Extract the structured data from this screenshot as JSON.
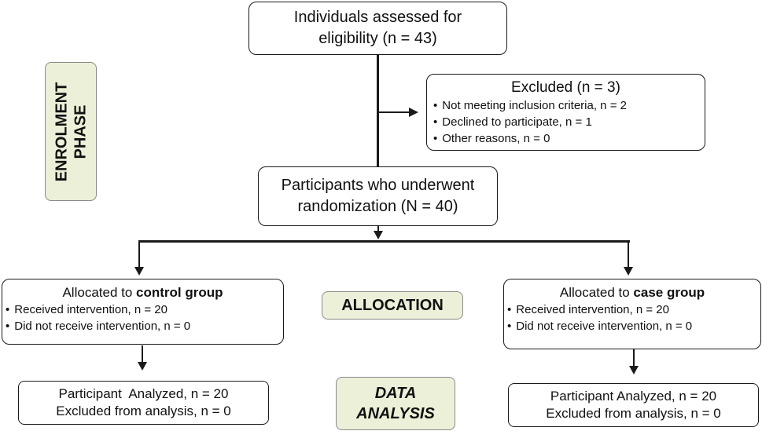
{
  "colors": {
    "phase_fill": "#ecf0d8",
    "line": "#1a1a1a",
    "box_border": "#1a1a1a"
  },
  "eligibility": {
    "line1": "Individuals assessed for",
    "line2": "eligibility (n = 43)"
  },
  "excluded": {
    "title": "Excluded (n = 3)",
    "items": [
      "Not meeting inclusion criteria, n = 2",
      "Declined to participate, n = 1",
      "Other reasons, n = 0"
    ]
  },
  "randomization": {
    "line1": "Participants who underwent",
    "line2": "randomization (N = 40)"
  },
  "enrolment_phase": {
    "line1": "ENROLMENT",
    "line2": "PHASE"
  },
  "allocation_label": "ALLOCATION",
  "data_analysis_label": {
    "line1": "DATA",
    "line2": "ANALYSIS"
  },
  "control": {
    "prefix": "Allocated to ",
    "group": "control group",
    "items": [
      "Received intervention, n = 20",
      "Did not receive intervention, n = 0"
    ],
    "analyzed": "Participant  Analyzed, n = 20",
    "excluded_analysis": "Excluded from analysis, n = 0"
  },
  "case": {
    "prefix": "Allocated to ",
    "group": "case group",
    "items": [
      "Received intervention, n = 20",
      "Did not receive intervention, n = 0"
    ],
    "analyzed": "Participant Analyzed, n = 20",
    "excluded_analysis": "Excluded from analysis, n = 0"
  }
}
